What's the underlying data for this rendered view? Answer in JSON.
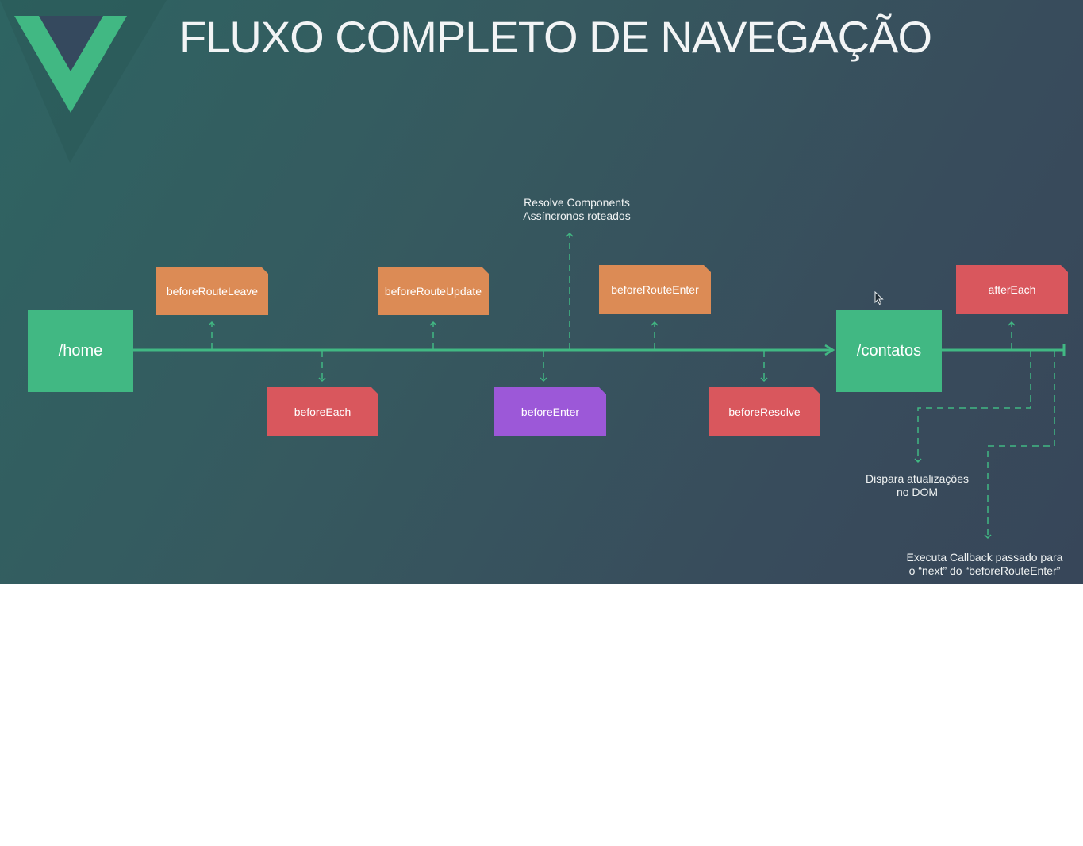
{
  "title": "FLUXO COMPLETO DE NAVEGAÇÃO",
  "logo": {
    "name": "vue-logo"
  },
  "colors": {
    "vue_green": "#41b883",
    "vue_dark": "#35495e",
    "hook_orange": "#dc8b55",
    "hook_red": "#d9575d",
    "hook_purple": "#9c58d8"
  },
  "routes": {
    "from": "/home",
    "to": "/contatos"
  },
  "hooks": {
    "before_route_leave": "beforeRouteLeave",
    "before_each": "beforeEach",
    "before_route_update": "beforeRouteUpdate",
    "before_enter": "beforeEnter",
    "before_route_enter": "beforeRouteEnter",
    "before_resolve": "beforeResolve",
    "after_each": "afterEach"
  },
  "notes": {
    "resolve_components": [
      "Resolve Components",
      "Assíncronos roteados"
    ],
    "dom_update": [
      "Dispara atualizações",
      "no DOM"
    ],
    "execute_callback": [
      "Executa Callback passado para",
      "o “next” do “beforeRouteEnter”"
    ]
  }
}
